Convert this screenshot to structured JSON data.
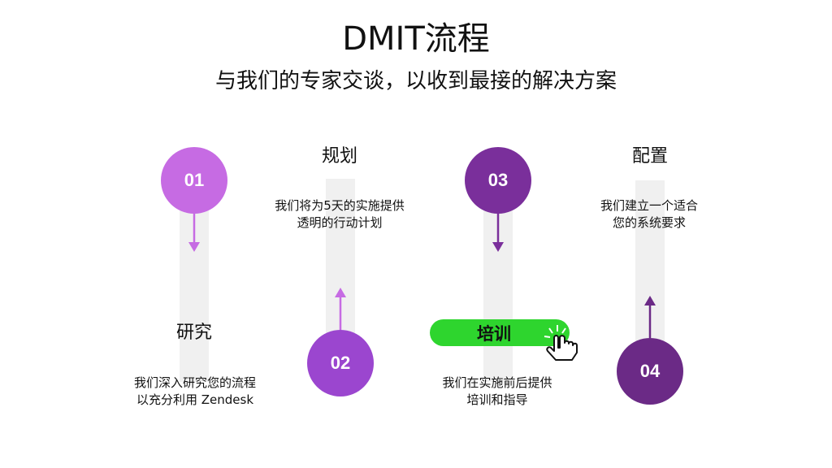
{
  "header": {
    "title": "DMIT流程",
    "subtitle": "与我们的专家交谈，以收到最接的解决方案"
  },
  "steps": [
    {
      "number": "01",
      "title": "研究",
      "description": "我们深入研究您的流程\n以充分利用 Zendesk",
      "color": "#c66be3"
    },
    {
      "number": "02",
      "title": "规划",
      "description": "我们将为5天的实施提供\n透明的行动计划",
      "color": "#9b46cf"
    },
    {
      "number": "03",
      "title": "培训",
      "description": "我们在实施前后提供\n培训和指导",
      "color": "#7a2f9b"
    },
    {
      "number": "04",
      "title": "配置",
      "description": "我们建立一个适合\n您的系统要求",
      "color": "#6b2a86"
    }
  ],
  "colors": {
    "track": "#f0f0f0",
    "highlight": "#2ed52e"
  },
  "icons": [
    "arrow-down-icon",
    "arrow-up-icon",
    "hand-pointer-icon"
  ]
}
